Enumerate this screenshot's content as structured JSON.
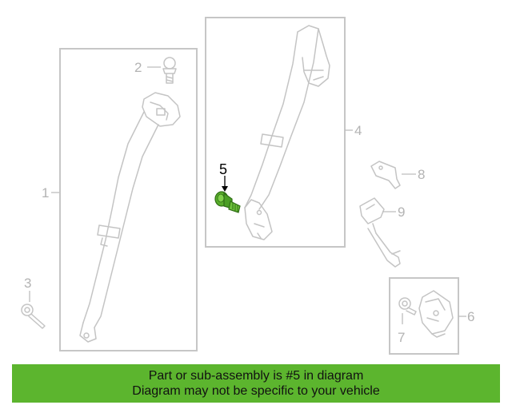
{
  "diagram": {
    "highlighted_part": "5",
    "highlight_color": "#5cb52e",
    "parts": [
      {
        "number": "1"
      },
      {
        "number": "2"
      },
      {
        "number": "3"
      },
      {
        "number": "4"
      },
      {
        "number": "5"
      },
      {
        "number": "6"
      },
      {
        "number": "7"
      },
      {
        "number": "8"
      },
      {
        "number": "9"
      }
    ]
  },
  "banner": {
    "line1": "Part or sub-assembly is #5 in diagram",
    "line2": "Diagram may not be specific to your vehicle",
    "background": "#5cb52e"
  }
}
